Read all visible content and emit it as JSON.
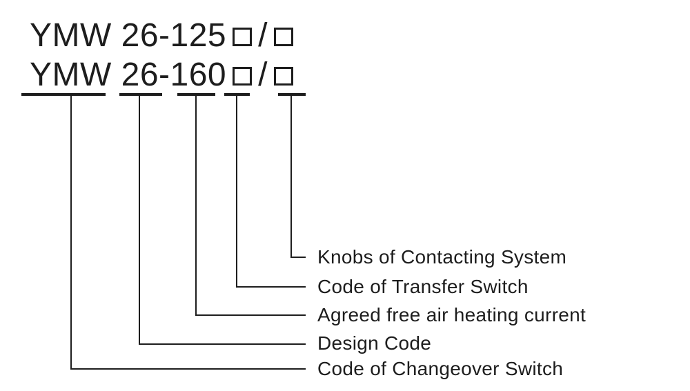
{
  "diagram": {
    "title_lines": [
      {
        "code": "YMW 26-125",
        "separator": "/"
      },
      {
        "code": "YMW 26-160",
        "separator": "/"
      }
    ],
    "placeholder_symbol": "□",
    "legend": [
      {
        "label": "Knobs of Contacting System",
        "connects_to": "□ (right)"
      },
      {
        "label": "Code of Transfer Switch",
        "connects_to": "□ (left)"
      },
      {
        "label": "Agreed free air heating current",
        "connects_to": "125 / 160"
      },
      {
        "label": "Design Code",
        "connects_to": "26"
      },
      {
        "label": "Code of Changeover Switch",
        "connects_to": "YMW"
      }
    ],
    "colors": {
      "text": "#1d1d1d",
      "line": "#1d1d1d",
      "background": "#ffffff"
    }
  }
}
